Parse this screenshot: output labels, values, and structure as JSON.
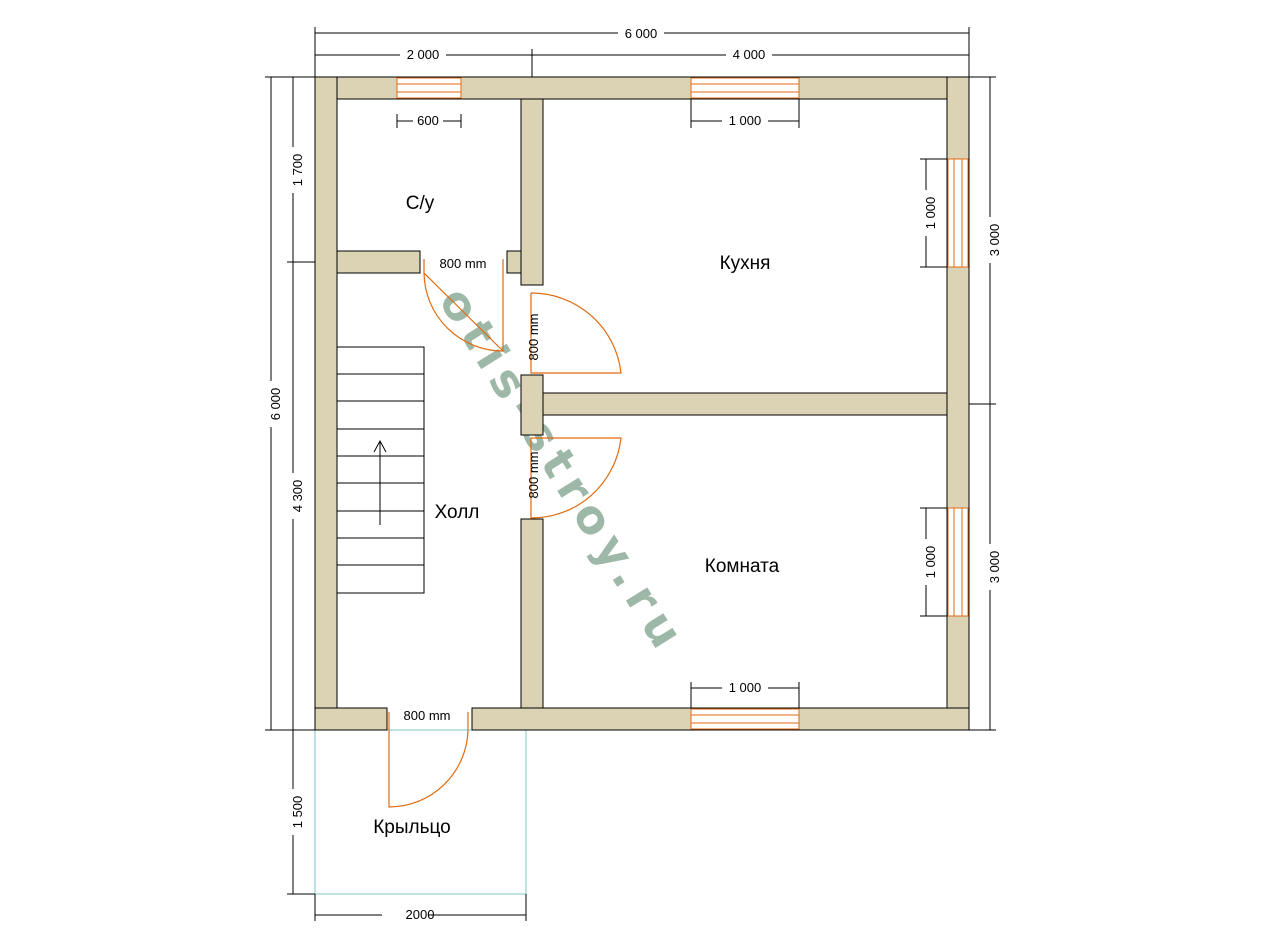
{
  "rooms": {
    "bathroom": "С/у",
    "kitchen": "Кухня",
    "hall": "Холл",
    "room": "Комната",
    "porch": "Крыльцо"
  },
  "dimensions": {
    "total_width": "6 000",
    "left_width": "2 000",
    "right_width": "4 000",
    "bath_window": "600",
    "kitchen_window_top": "1 000",
    "kitchen_window_right": "1 000",
    "room_window_right": "1 000",
    "room_window_bottom": "1 000",
    "left_top": "1 700",
    "left_bottom": "4 300",
    "total_height": "6 000",
    "right_top": "3 000",
    "right_bottom": "3 000",
    "porch_height": "1 500",
    "porch_width": "2000"
  },
  "doors": {
    "bathroom": "800 mm",
    "kitchen": "800 mm",
    "room": "800 mm",
    "entrance": "800 mm"
  },
  "watermark": "otis-stroy.ru",
  "colors": {
    "wall": "#dbd3b4",
    "door": "#e06a10",
    "porch": "#7ec4c8",
    "watermark": "#5f8a6f"
  }
}
